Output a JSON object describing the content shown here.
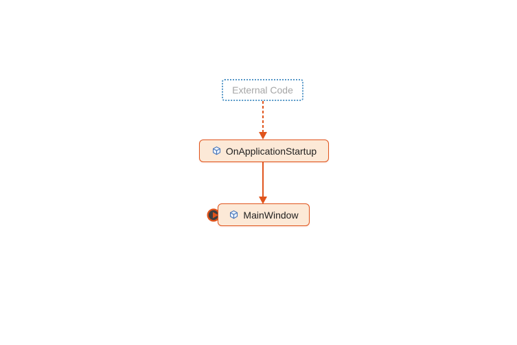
{
  "diagram": {
    "kind": "code-map-call-graph",
    "nodes": [
      {
        "id": "external-code",
        "label": "External Code",
        "type": "external-group"
      },
      {
        "id": "on-application-startup",
        "label": "OnApplicationStartup",
        "type": "method",
        "icon": "type-cube-icon"
      },
      {
        "id": "main-window",
        "label": "MainWindow",
        "type": "type",
        "icon": "type-cube-icon"
      }
    ],
    "edges": [
      {
        "from": "external-code",
        "to": "on-application-startup",
        "style": "dashed",
        "direction": "down"
      },
      {
        "from": "on-application-startup",
        "to": "main-window",
        "style": "solid",
        "direction": "down"
      }
    ],
    "badge": {
      "attached_to": "main-window",
      "meaning": "expand-incoming-arrow"
    },
    "colors": {
      "node_fill": "#FCE9D7",
      "node_border": "#E0541C",
      "edge": "#E0541C",
      "external_border": "#5094C6",
      "external_text": "#A6A6A6",
      "label_text": "#1E1E1E",
      "icon_blue": "#3F6FB5",
      "icon_fill": "#EAF1FB",
      "badge_fill": "#3F3F3F",
      "canvas_bg": "#FFFFFF"
    }
  }
}
